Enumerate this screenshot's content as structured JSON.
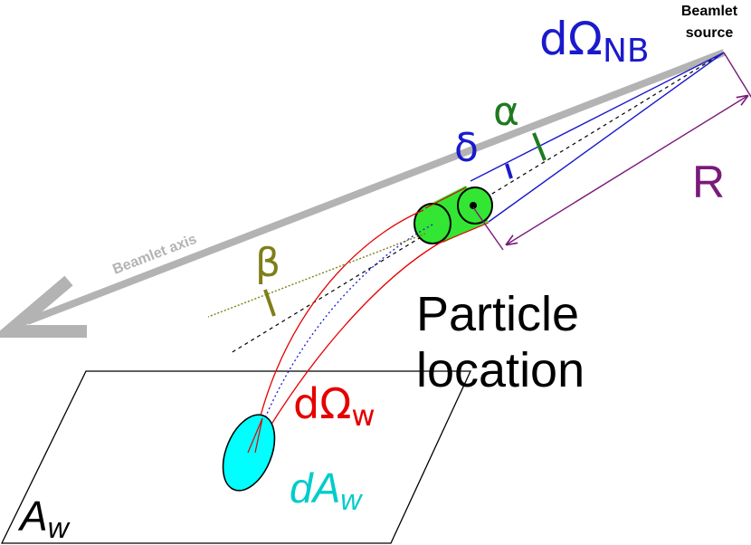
{
  "labels": {
    "beamlet_source_line1": "Beamlet",
    "beamlet_source_line2": "source",
    "solid_angle_nb_main": "dΩ",
    "solid_angle_nb_sub": "NB",
    "alpha": "α",
    "delta": "δ",
    "distance_r": "R",
    "beamlet_axis": "Beamlet axis",
    "beta": "β",
    "particle_location_line1": "Particle",
    "particle_location_line2": "location",
    "solid_angle_w_main": "dΩ",
    "solid_angle_w_sub": "w",
    "wall_element_main": "dA",
    "wall_element_sub": "w",
    "wall_area_main": "A",
    "wall_area_sub": "w"
  },
  "colors": {
    "beamlet_axis": "#b3b3b3",
    "solid_angle_nb": "#1a1acc",
    "alpha": "#1f7a1f",
    "distance_r": "#7a1a7a",
    "beta": "#7f7f1a",
    "trajectory": "#e60000",
    "particle_fill": "#33e633",
    "wall_element_fill": "#00ffff",
    "wall_element_label": "#00cccc"
  }
}
